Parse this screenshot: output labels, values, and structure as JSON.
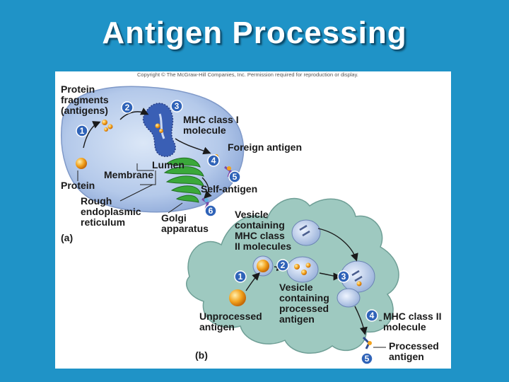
{
  "title": "Antigen Processing",
  "figure": {
    "copyright": "Copyright © The McGraw-Hill Companies, Inc. Permission required for reproduction or display.",
    "panel_a": {
      "panel_label": "(a)",
      "labels": {
        "protein_fragments": [
          "Protein",
          "fragments",
          "(antigens)"
        ],
        "mhc1": [
          "MHC class I",
          "molecule"
        ],
        "foreign_antigen": "Foreign antigen",
        "lumen": "Lumen",
        "membrane": "Membrane",
        "protein": "Protein",
        "self_antigen": "Self-antigen",
        "rough_er": [
          "Rough",
          "endoplasmic",
          "reticulum"
        ],
        "golgi": [
          "Golgi",
          "apparatus"
        ]
      },
      "steps": [
        "1",
        "2",
        "3",
        "4",
        "5",
        "6"
      ]
    },
    "panel_b": {
      "panel_label": "(b)",
      "labels": {
        "vesicle_mhc2": [
          "Vesicle",
          "containing",
          "MHC class",
          "II molecules"
        ],
        "vesicle_processed": [
          "Vesicle",
          "containing",
          "processed",
          "antigen"
        ],
        "unprocessed": [
          "Unprocessed",
          "antigen"
        ],
        "mhc2": [
          "MHC class II",
          "molecule"
        ],
        "processed": [
          "Processed",
          "antigen"
        ]
      },
      "steps": [
        "1",
        "2",
        "3",
        "4",
        "5"
      ]
    }
  }
}
